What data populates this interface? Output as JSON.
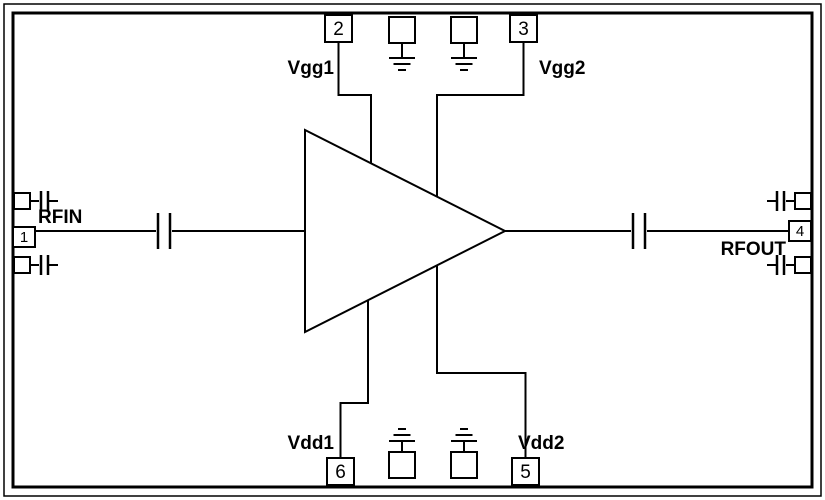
{
  "labels": {
    "rfin": "RFIN",
    "rfout": "RFOUT",
    "vgg1": "Vgg1",
    "vgg2": "Vgg2",
    "vdd1": "Vdd1",
    "vdd2": "Vdd2"
  },
  "pin_numbers": {
    "pin1": "1",
    "pin2": "2",
    "pin3": "3",
    "pin4": "4",
    "pin5": "5",
    "pin6": "6"
  },
  "colors": {
    "line": "#000000",
    "background": "#ffffff"
  }
}
